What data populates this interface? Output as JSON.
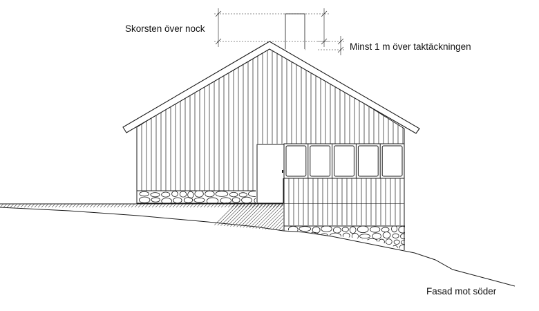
{
  "labels": {
    "chimney_above_ridge": "Skorsten över nock",
    "min_above_roof": "Minst 1 m över taktäckningen",
    "drawing_title": "Fasad mot söder"
  },
  "colors": {
    "line": "#1a1a1a",
    "hatch": "#444444",
    "background": "#ffffff"
  }
}
